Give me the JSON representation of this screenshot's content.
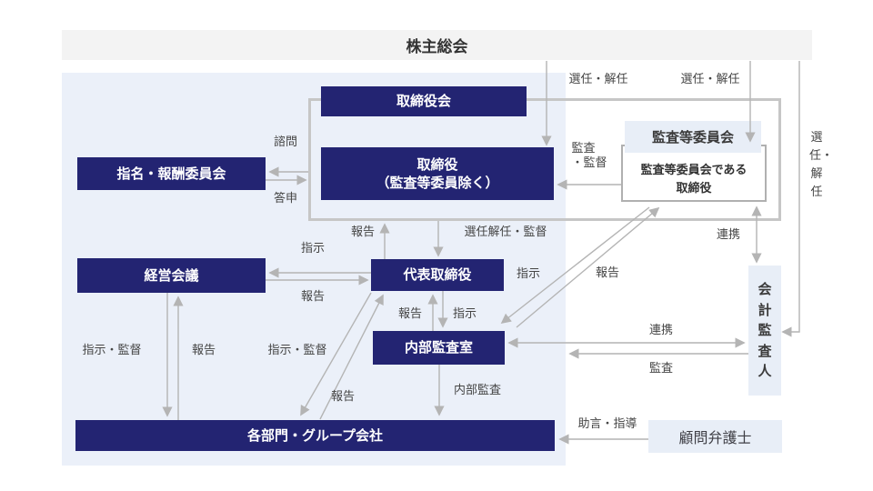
{
  "diagram_title": "株主総会",
  "colors": {
    "navy_box": "#232472",
    "company_area": "#ebf0f9",
    "light_box": "#e8eef7",
    "gray_bar": "#f3f3f3",
    "arrow_gray": "#b4b4b4",
    "frame_border": "#c6c6c6"
  },
  "nodes": {
    "shareholders_meeting": "株主総会",
    "board_of_directors": "取締役会",
    "directors": "取締役\n（監査等委員除く）",
    "nomination_compensation_committee": "指名・報酬委員会",
    "audit_supervisory_committee": "監査等委員会",
    "audit_committee_directors": "監査等委員会である\n取締役",
    "management_council": "経営会議",
    "representative_director": "代表取締役",
    "internal_audit_office": "内部監査室",
    "departments_group_companies": "各部門・グループ会社",
    "accounting_auditor": "会計監査人",
    "corporate_lawyer": "顧問弁護士"
  },
  "edge_labels": {
    "appointment_dismissal_left": "選任・解任",
    "appointment_dismissal_right": "選任・解任",
    "appointment_dismissal_vertical": "選任・解任",
    "consultation": "諮問",
    "report_back": "答申",
    "audit_supervision": "監査\n・監督",
    "report_to_board": "報告",
    "appoint_dismiss_supervise": "選任解任・監督",
    "instruction_to_council": "指示",
    "report_from_council": "報告",
    "report_to_representative": "報告",
    "instruction_to_internal_audit": "指示",
    "instruction_diag_internal_audit": "指示",
    "report_diag_committee": "報告",
    "cooperation_committee": "連携",
    "cooperation_internal_audit": "連携",
    "audit": "監査",
    "internal_audit": "内部監査",
    "instruction_supervision_council": "指示・監督",
    "report_to_council": "報告",
    "instruction_supervision_representative": "指示・監督",
    "report_diag_representative": "報告",
    "advice_guidance": "助言・指導"
  }
}
